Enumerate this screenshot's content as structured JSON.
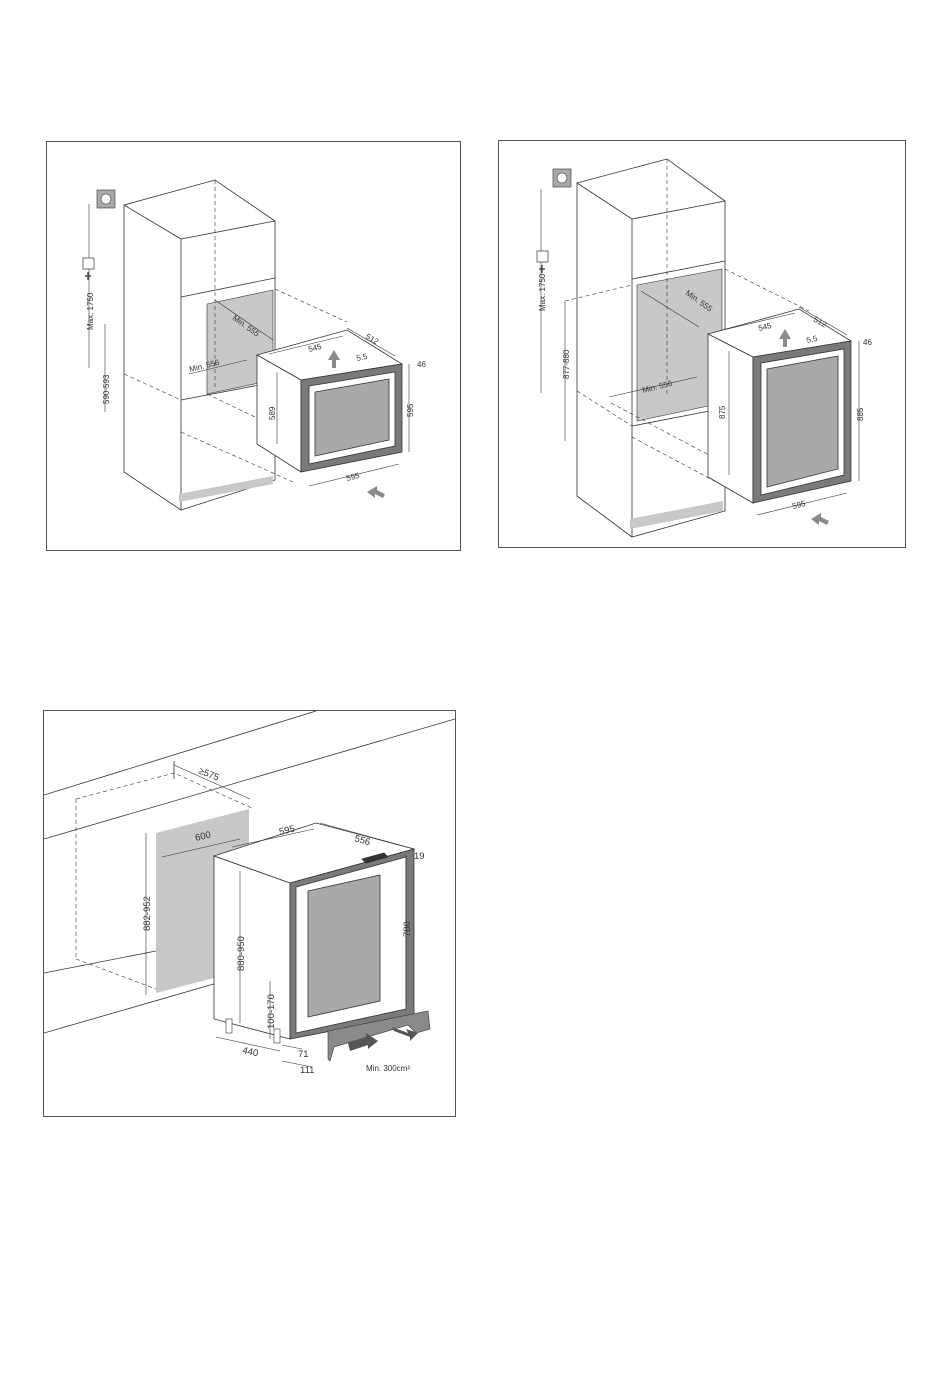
{
  "panels": [
    {
      "id": "built-in-small",
      "dimensions": {
        "max_height": "Max. 1750",
        "niche_height": "590-593",
        "niche_depth": "Min. 555",
        "niche_width": "Min. 556",
        "top_width": "545",
        "top_depth": "512",
        "gap_top": "5.5",
        "door_thickness": "46",
        "side_height": "589",
        "front_height": "595",
        "front_width": "595"
      }
    },
    {
      "id": "built-in-tall",
      "dimensions": {
        "max_height": "Max. 1750",
        "niche_height": "877-880",
        "niche_depth": "Min. 555",
        "niche_width": "Min. 556",
        "top_width": "545",
        "top_depth": "512",
        "gap_top": "5.5",
        "door_thickness": "46",
        "side_height": "875",
        "front_height": "885",
        "front_width": "595"
      }
    },
    {
      "id": "under-counter",
      "dimensions": {
        "counter_depth": "≥575",
        "niche_width": "600",
        "top_width": "595",
        "depth": "556",
        "door_thickness": "19",
        "niche_height": "882-952",
        "body_height": "880-950",
        "door_height": "780",
        "plinth_height": "100-170",
        "feet_depth": "440",
        "plinth_offset": "71",
        "plinth_offset_total": "111",
        "vent_area": "Min. 300cm²"
      }
    }
  ],
  "colors": {
    "line": "#333333",
    "niche_fill": "#c8c8c8",
    "glass": "#a9a9a9",
    "frame": "#7a7a7a",
    "arrow": "#8a8a8a"
  },
  "icons": [
    "wall-socket-icon",
    "plug-icon",
    "airflow-arrow-icon"
  ]
}
